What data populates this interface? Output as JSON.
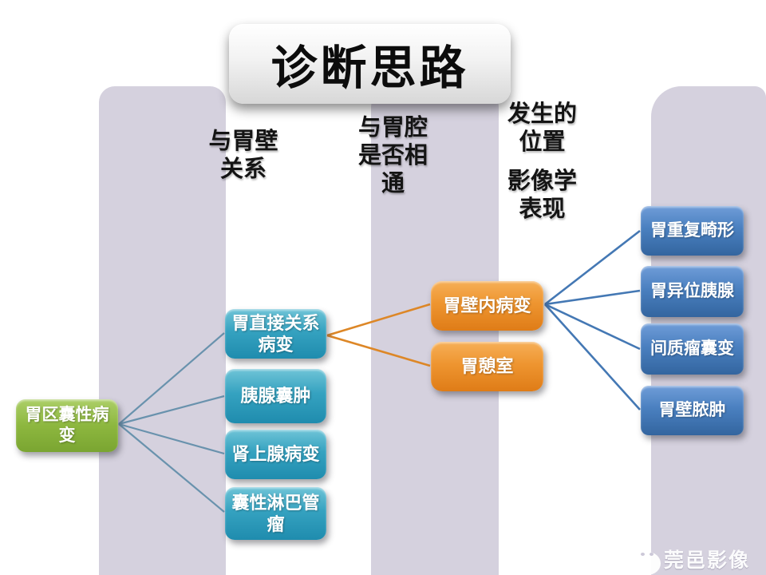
{
  "title": "诊断思路",
  "column_headers": [
    {
      "text": "与胃壁\n关系"
    },
    {
      "text": "与胃腔\n是否相\n通"
    },
    {
      "text": "发生的\n位置"
    },
    {
      "text": "影像学\n表现"
    }
  ],
  "nodes": {
    "root": {
      "label": "胃区囊性病变"
    },
    "level1": [
      {
        "label": "胃直接关系病变"
      },
      {
        "label": "胰腺囊肿"
      },
      {
        "label": "肾上腺病变"
      },
      {
        "label": "囊性淋巴管瘤"
      }
    ],
    "level2": [
      {
        "label": "胃壁内病变"
      },
      {
        "label": "胃憩室"
      }
    ],
    "level3": [
      {
        "label": "胃重复畸形"
      },
      {
        "label": "胃异位胰腺"
      },
      {
        "label": "间质瘤囊变"
      },
      {
        "label": "胃壁脓肿"
      }
    ]
  },
  "watermark": {
    "label": "莞邑影像",
    "icon": "chat-bubbles-icon"
  },
  "colors": {
    "column_lavender": "#d5d1de",
    "root_green": "#8db73f",
    "level1_teal": "#2d9dbc",
    "level2_orange": "#ec8f2b",
    "level3_blue": "#4077b8",
    "line_root_fan": "#5e8ca8",
    "line_orange_fan": "#dd8727",
    "line_blue_fan": "#4478b4"
  }
}
